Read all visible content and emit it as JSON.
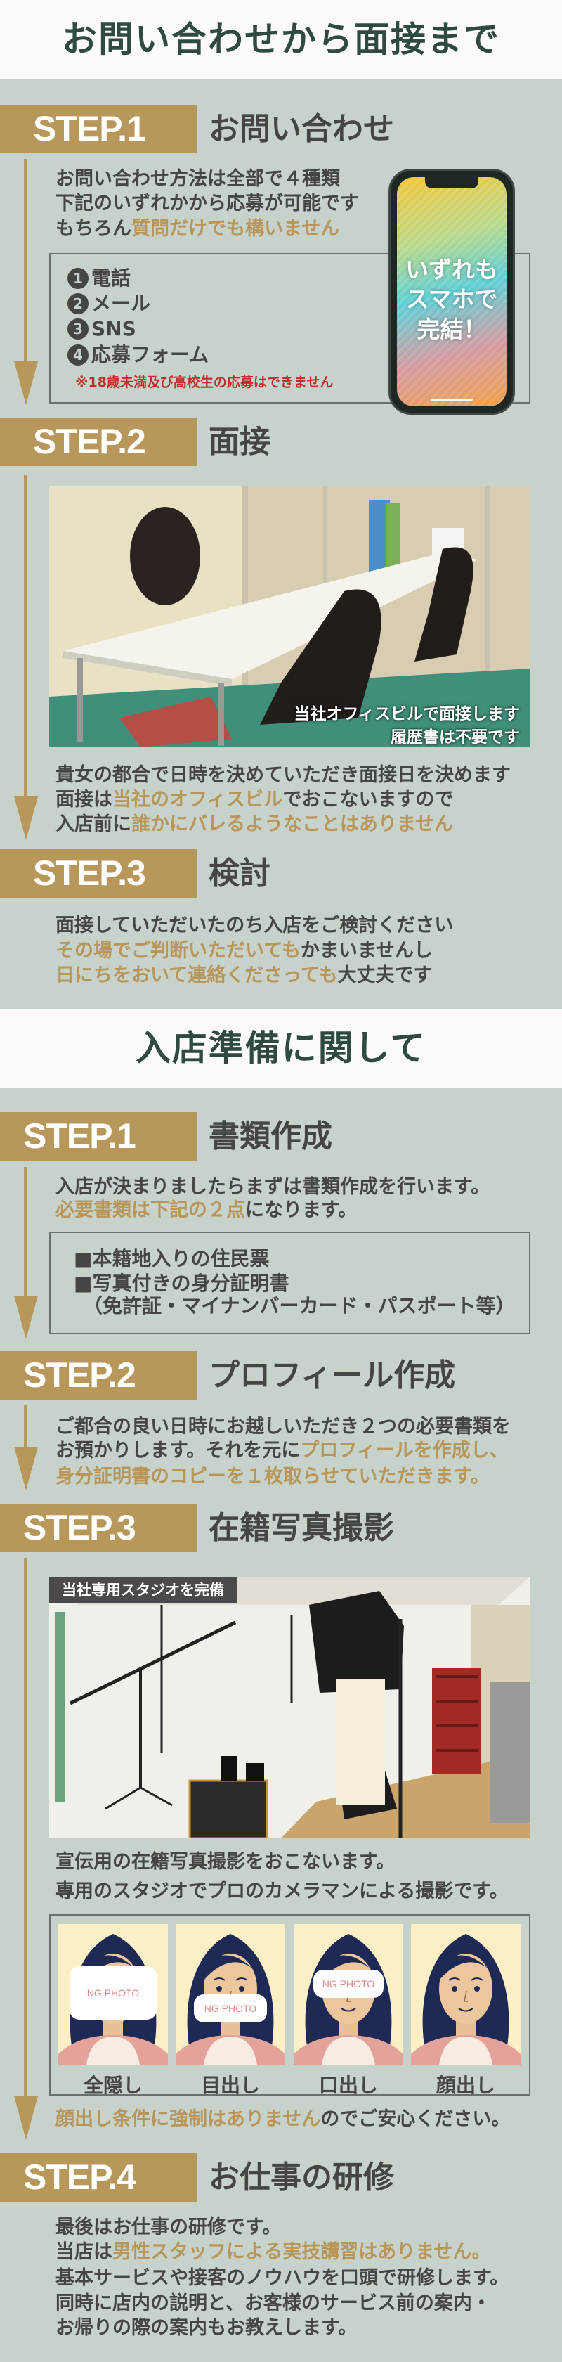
{
  "section1": {
    "title": "お問い合わせから面接まで",
    "step1": {
      "label": "STEP.1",
      "title": "お問い合わせ",
      "line1": "お問い合わせ方法は全部で４種類",
      "line2": "下記のいずれかから応募が可能です",
      "line3a": "もちろん",
      "line3b": "質問だけでも構いません",
      "methods": [
        {
          "n": "1",
          "label": "電話"
        },
        {
          "n": "2",
          "label": "メール"
        },
        {
          "n": "3",
          "label": "SNS"
        },
        {
          "n": "4",
          "label": "応募フォーム"
        }
      ],
      "note": "※18歳未満及び高校生の応募はできません",
      "phone_text": [
        "いずれも",
        "スマホで",
        "完結！"
      ]
    },
    "step2": {
      "label": "STEP.2",
      "title": "面接",
      "caption": [
        "当社オフィスビルで面接します",
        "履歴書は不要です"
      ],
      "line1": "貴女の都合で日時を決めていただき面接日を決めます",
      "line2a": "面接は",
      "line2b": "当社のオフィスビル",
      "line2c": "でおこないますので",
      "line3a": "入店前に",
      "line3b": "誰かにバレるようなことはありません"
    },
    "step3": {
      "label": "STEP.3",
      "title": "検討",
      "line1": "面接していただいたのち入店をご検討ください",
      "line2a": "その場でご判断いただいても",
      "line2b": "かまいませんし",
      "line3a": "日にちをおいて連絡くださっても",
      "line3b": "大丈夫です"
    }
  },
  "section2": {
    "title": "入店準備に関して",
    "step1": {
      "label": "STEP.1",
      "title": "書類作成",
      "line1": "入店が決まりましたらまずは書類作成を行います。",
      "line2a": "必要書類は下記の２点",
      "line2b": "になります。",
      "docs": [
        "■本籍地入りの住民票",
        "■写真付きの身分証明書",
        "（免許証・マイナンバーカード・パスポート等）"
      ]
    },
    "step2": {
      "label": "STEP.2",
      "title": "プロフィール作成",
      "line1": "ご都合の良い日時にお越しいただき２つの必要書類を",
      "line2a": "お預かりします。それを元に",
      "line2b": "プロフィールを作成し、",
      "line3": "身分証明書のコピーを１枚取らせていただきます。"
    },
    "step3": {
      "label": "STEP.3",
      "title": "在籍写真撮影",
      "photo_label": "当社専用スタジオを完備",
      "line1": "宣伝用の在籍写真撮影をおこないます。",
      "line2": "専用のスタジオでプロのカメラマンによる撮影です。",
      "ng_text": "NG PHOTO",
      "faces": [
        "全隠し",
        "目出し",
        "口出し",
        "顔出し"
      ],
      "note_a": "顔出し条件に強制はありません",
      "note_b": "のでご安心ください。"
    },
    "step4": {
      "label": "STEP.4",
      "title": "お仕事の研修",
      "line1": "最後はお仕事の研修です。",
      "line2a": "当店は",
      "line2b": "男性スタッフによる実技講習はありません。",
      "line3": "基本サービスや接客のノウハウを口頭で研修します。",
      "line4": "同時に店内の説明と、お客様のサービス前の案内・",
      "line5": "お帰りの際の案内もお教えします。"
    }
  },
  "colors": {
    "background": "#c6d2ca",
    "gold": "#b8975a",
    "title_green": "#2f4b3f",
    "text": "#454545",
    "warning": "#c42b2b"
  }
}
